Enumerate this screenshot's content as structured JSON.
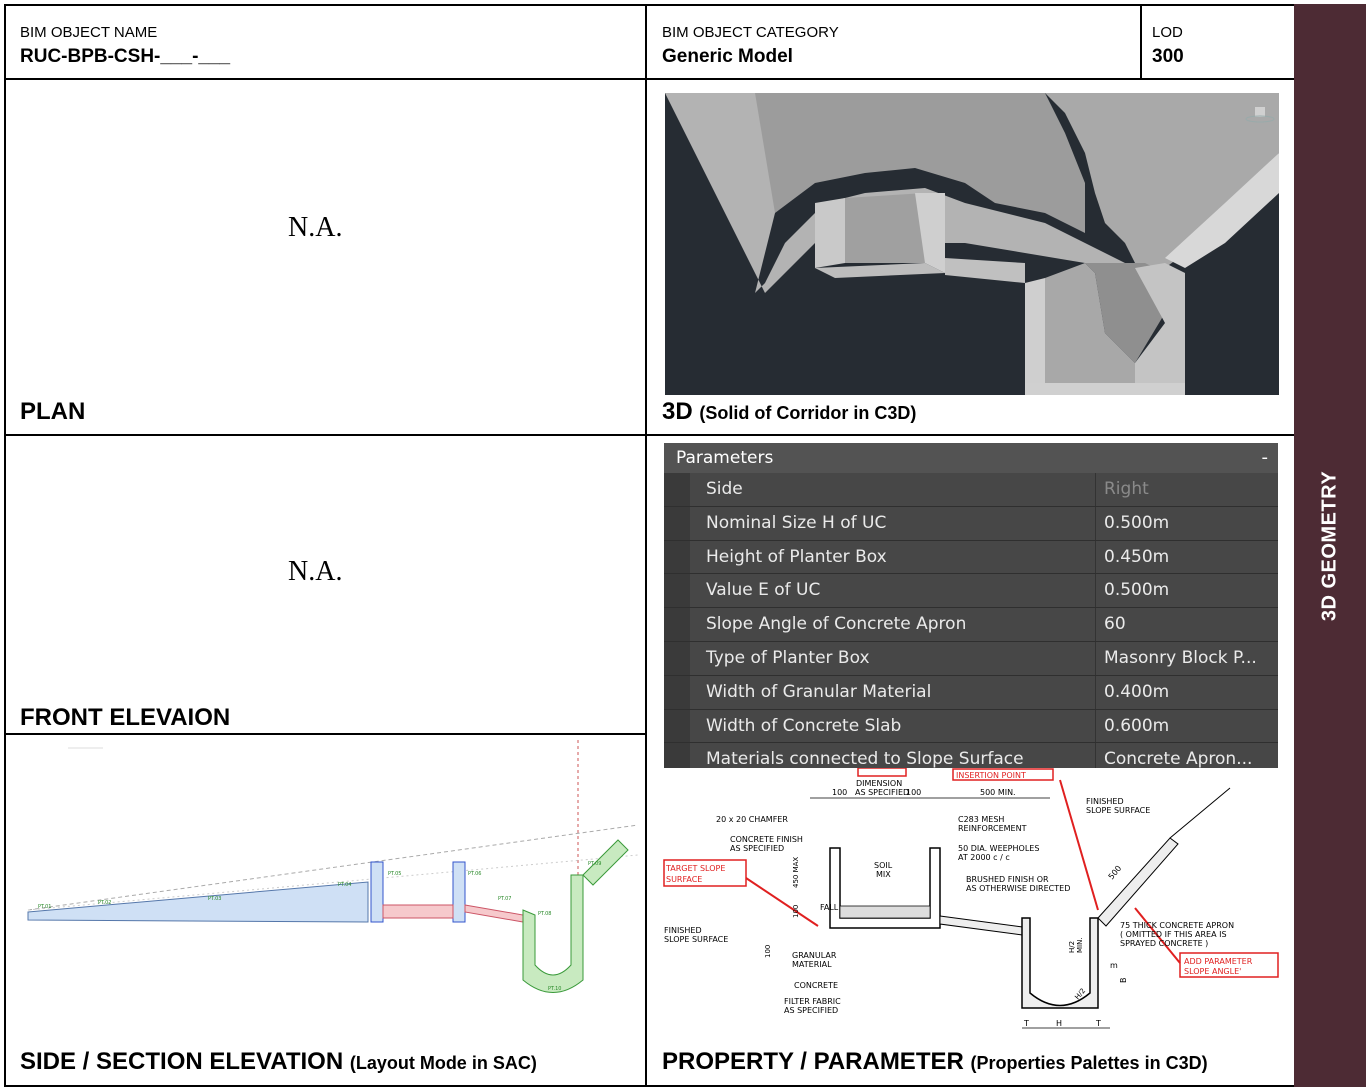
{
  "header": {
    "object_name_label": "BIM OBJECT NAME",
    "object_name_value": "RUC-BPB-CSH-___-___",
    "category_label": "BIM OBJECT CATEGORY",
    "category_value": "Generic Model",
    "lod_label": "LOD",
    "lod_value": "300"
  },
  "sidebar": {
    "label": "3D GEOMETRY"
  },
  "plan": {
    "na": "N.A.",
    "caption": "PLAN"
  },
  "view3d": {
    "caption_main": "3D",
    "caption_sub": "(Solid of Corridor in C3D)"
  },
  "front": {
    "na": "N.A.",
    "caption": "FRONT ELEVAION"
  },
  "side": {
    "caption_main": "SIDE / SECTION ELEVATION",
    "caption_sub": "(Layout Mode in SAC)"
  },
  "property": {
    "caption_main": "PROPERTY / PARAMETER",
    "caption_sub": "(Properties Palettes in C3D)"
  },
  "parameters": {
    "title": "Parameters",
    "minimize": "-",
    "rows": [
      {
        "name": "Side",
        "value": "Right"
      },
      {
        "name": "Nominal Size H of UC",
        "value": "0.500m"
      },
      {
        "name": "Height of Planter Box",
        "value": "0.450m"
      },
      {
        "name": "Value E of UC",
        "value": "0.500m"
      },
      {
        "name": "Slope Angle of Concrete Apron",
        "value": "60"
      },
      {
        "name": "Type of Planter Box",
        "value": "Masonry Block P..."
      },
      {
        "name": "Width of Granular Material",
        "value": "0.400m"
      },
      {
        "name": "Width of Concrete Slab",
        "value": "0.600m"
      },
      {
        "name": "Materials connected to Slope Surface",
        "value": "Concrete Apron..."
      }
    ]
  },
  "drawing": {
    "dimension": "DIMENSION",
    "as_specified": "AS SPECIFIED",
    "dim_100a": "100",
    "dim_100b": "100",
    "dim_500min": "500 MIN.",
    "insertion_point": "INSERTION POINT",
    "chamfer": "20 x 20 CHAMFER",
    "concrete_finish": "CONCRETE FINISH",
    "concrete_finish_2": "AS SPECIFIED",
    "mesh": "C283 MESH",
    "mesh_2": "REINFORCEMENT",
    "weepholes": "50 DIA. WEEPHOLES",
    "weepholes_2": "AT 2000 c / c",
    "brushed": "BRUSHED FINISH OR",
    "brushed_2": "AS OTHERWISE DIRECTED",
    "finished_slope_1": "FINISHED",
    "finished_slope_1b": "SLOPE SURFACE",
    "target_slope": "TARGET SLOPE",
    "target_slope_2": "SURFACE",
    "soil_mix": "SOIL",
    "soil_mix_2": "MIX",
    "dim_450": "450 MAX",
    "dim_100c": "100",
    "fall": "FALL",
    "finished_slope_2": "FINISHED",
    "finished_slope_2b": "SLOPE SURFACE",
    "granular": "GRANULAR",
    "granular_2": "MATERIAL",
    "concrete": "CONCRETE",
    "filter": "FILTER FABRIC",
    "filter_2": "AS SPECIFIED",
    "dim_500": "500",
    "h2min": "H/2",
    "h2min_2": "MIN.",
    "h2": "H/2",
    "apron": "75 THICK CONCRETE APRON",
    "apron_2": "( OMITTED IF THIS AREA IS",
    "apron_3": "SPRAYED CONCRETE )",
    "add_param": "ADD PARAMETER",
    "add_param_2": "SLOPE ANGLE'",
    "t1": "T",
    "hh": "H",
    "t2": "T",
    "m": "m",
    "b": "B"
  },
  "colors": {
    "sidebar": "#4d2b34",
    "palette_bg": "#3d3d3d",
    "annotation_red": "#e02020"
  }
}
